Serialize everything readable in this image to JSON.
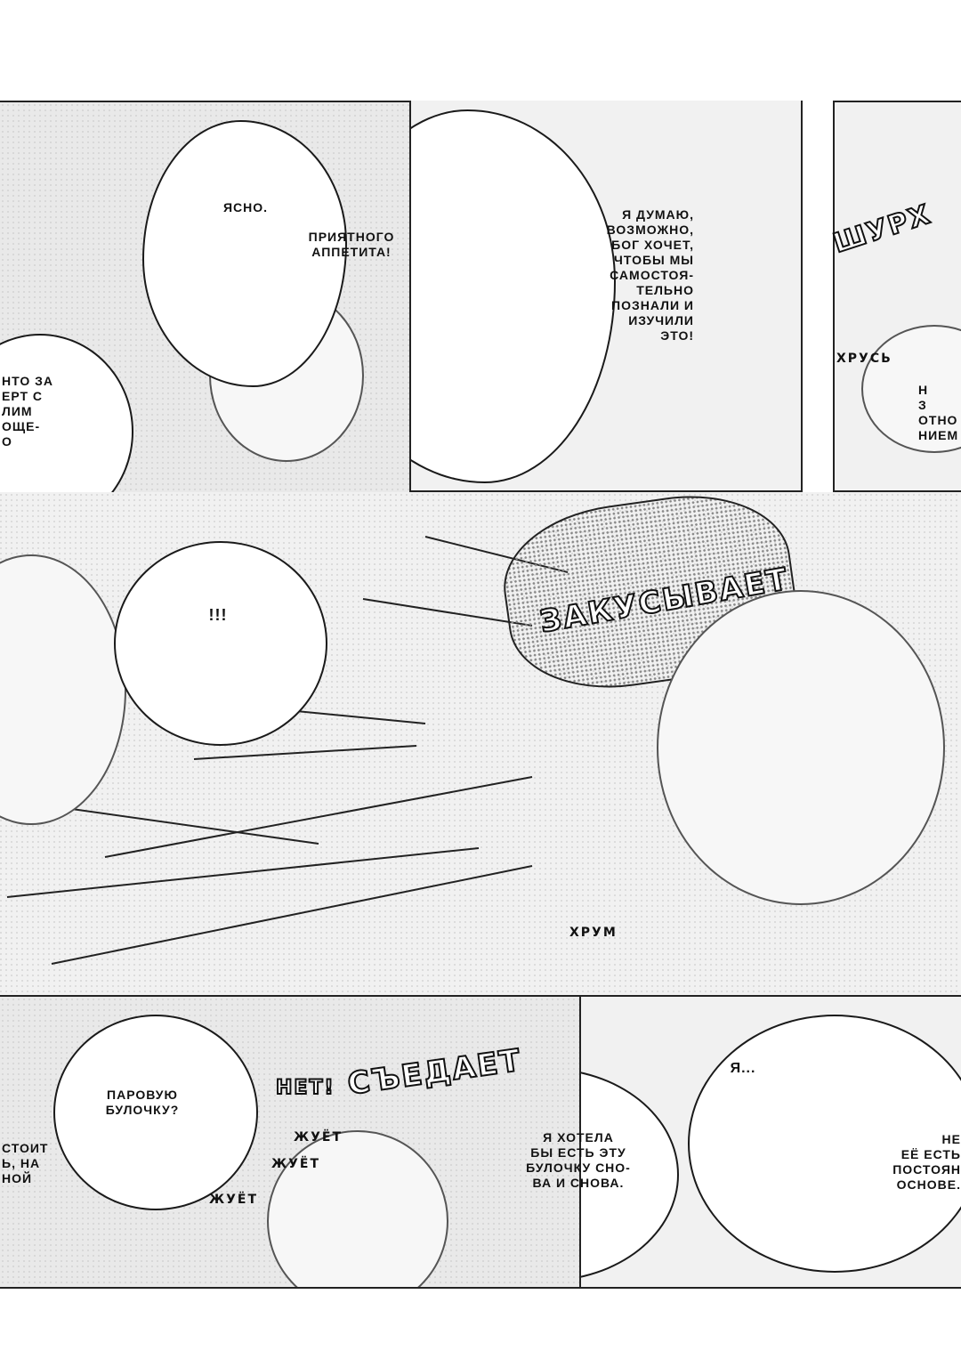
{
  "panels": {
    "top_left": {
      "bubble_1": "ЯСНО.",
      "bubble_2": "ПРИЯТНОГО\nАППЕТИТА!",
      "bubble_3": "Я ДУМАЮ,\nВОЗМОЖНО,\nБОГ ХОЧЕТ,\nЧТОБЫ МЫ\nСАМОСТОЯ-\nТЕЛЬНО\nПОЗНАЛИ И\nИЗУЧИЛИ\nЭТО!",
      "cut_left": "НТО ЗА\nЕРТ С\nЛИМ\nОЩЕ-\nО"
    },
    "top_right": {
      "sfx_rustle": "ШУРХ",
      "sfx_small": "ХРУСЬ",
      "cut_right": "Н\nЗ\nОТНО\nНИЕМ"
    },
    "middle": {
      "sfx_big": "ЗАКУСЫВАЕТ",
      "exclaim": "!!!",
      "sfx_munch": "ХРУМ"
    },
    "bottom": {
      "bubble_left": "ПАРОВУЮ\nБУЛОЧКУ?",
      "cut_left": "СТОИТ\nЬ, НА\nНОЙ",
      "sfx_eat_label": "НЕТ!",
      "sfx_eat": "СЪЕДАЕТ",
      "sfx_chew_1": "ЖУЁТ",
      "sfx_chew_2": "ЖУЁТ",
      "sfx_chew_3": "ЖУЁТ",
      "bubble_right_small": "Я...",
      "bubble_right": "Я ХОТЕЛА\nБЫ ЕСТЬ ЭТУ\nБУЛОЧКУ СНО-\nВА И СНОВА.",
      "cut_right": "НЕ\nЕЁ ЕСТЬ\nПОСТОЯН\nОСНОВЕ."
    }
  }
}
